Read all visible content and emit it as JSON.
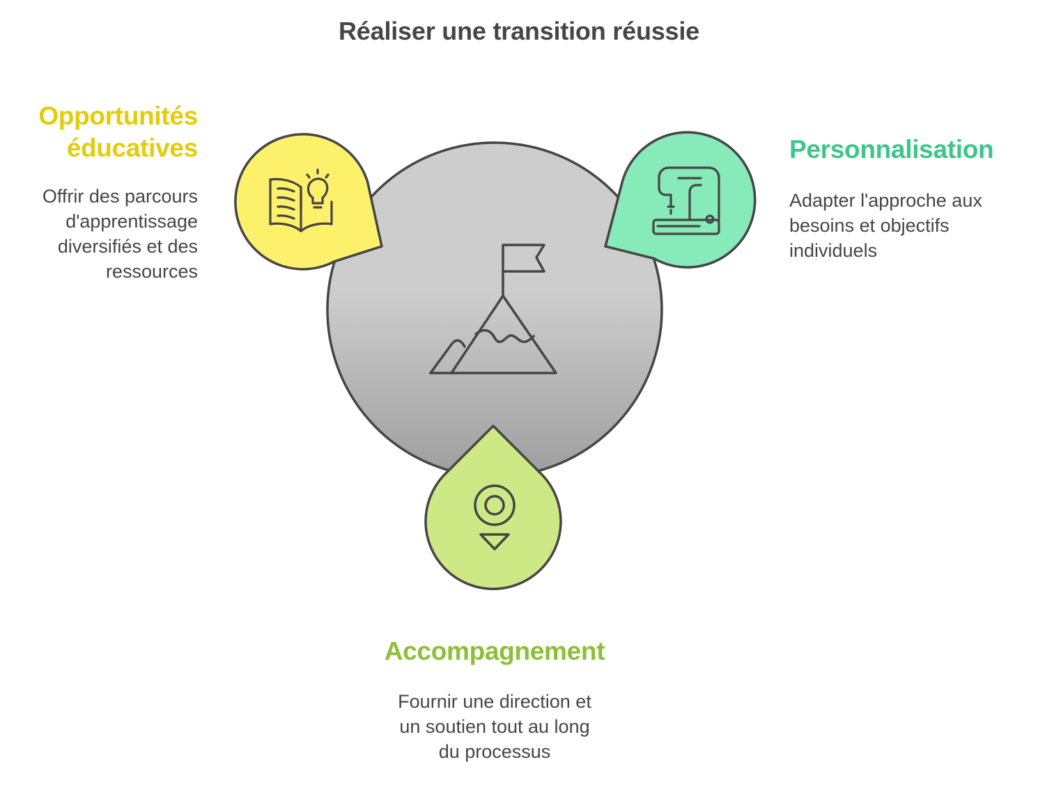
{
  "title": "Réaliser une transition réussie",
  "colors": {
    "education": "#E2CC0C",
    "personalization": "#3CC68A",
    "accompaniment": "#8DBF35",
    "education_fill": "#FDF06A",
    "personalization_fill": "#86EAB9",
    "accompaniment_fill": "#CDE985",
    "center_top": "#CDCDCD",
    "center_bottom": "#9E9E9E",
    "stroke": "#454545"
  },
  "center": {
    "icon": "mountain-flag-icon"
  },
  "items": [
    {
      "key": "education",
      "title_line1": "Opportunités",
      "title_line2": "éducatives",
      "desc_line1": "Offrir des parcours",
      "desc_line2": "d'apprentissage",
      "desc_line3": "diversifiés et des",
      "desc_line4": "ressources",
      "icon": "open-book-lightbulb-icon"
    },
    {
      "key": "personalization",
      "title_line1": "Personnalisation",
      "desc_line1": "Adapter l'approche aux",
      "desc_line2": "besoins et objectifs",
      "desc_line3": "individuels",
      "icon": "sewing-machine-icon"
    },
    {
      "key": "accompaniment",
      "title_line1": "Accompagnement",
      "desc_line1": "Fournir une direction et",
      "desc_line2": "un soutien tout au long",
      "desc_line3": "du processus",
      "icon": "location-pin-icon"
    }
  ]
}
